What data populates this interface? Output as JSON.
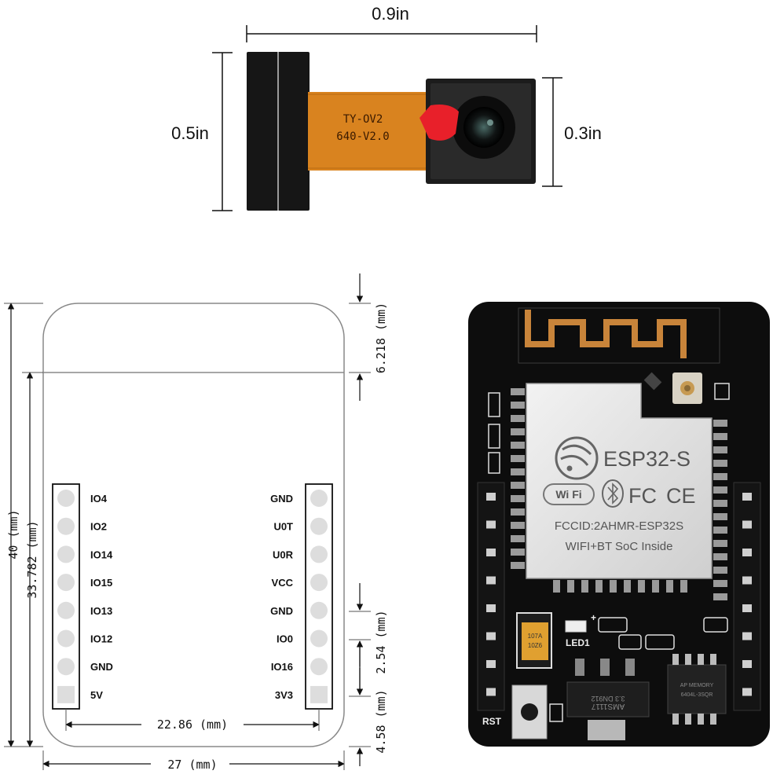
{
  "camera": {
    "width_label": "0.9in",
    "height_label": "0.5in",
    "lens_label": "0.3in",
    "fpc_line1": "TY-OV2",
    "fpc_line2": "640-V2.0"
  },
  "drawing": {
    "total_height": "40 (mm)",
    "inner_height": "33.782 (mm)",
    "antenna_height": "6.218 (mm)",
    "pin_pitch": "2.54 (mm)",
    "bottom_offset": "4.58 (mm)",
    "pin_span": "22.86 (mm)",
    "board_width": "27 (mm)",
    "left_pins": [
      "IO4",
      "IO2",
      "IO14",
      "IO15",
      "IO13",
      "IO12",
      "GND",
      "5V"
    ],
    "right_pins": [
      "GND",
      "U0T",
      "U0R",
      "VCC",
      "GND",
      "IO0",
      "IO16",
      "3V3"
    ]
  },
  "board": {
    "chip_title": "ESP32-S",
    "wifi_logo": "Wi Fi",
    "fcc_logo": "FC",
    "ce_logo": "CE",
    "fccid": "FCCID:2AHMR-ESP32S",
    "tagline": "WIFI+BT SoC Inside",
    "led_label": "LED1",
    "rst_label": "RST",
    "plus_label": "+",
    "regulator_label": "AMS1117",
    "regulator_sub": "3.3 DN912",
    "cap_label": "107A",
    "cap_sub": "10Z6",
    "psram_label": "AP MEMORY",
    "psram_sub": "6404L-3SQR"
  }
}
